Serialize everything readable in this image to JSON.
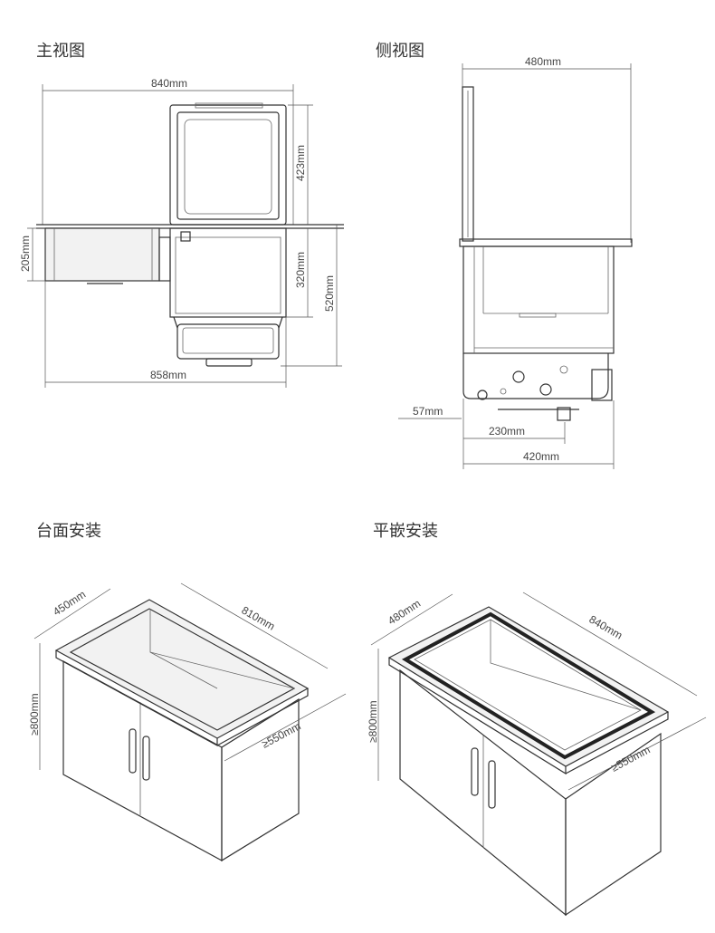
{
  "sections": {
    "front_view": "主视图",
    "side_view": "侧视图",
    "countertop_install": "台面安装",
    "flush_install": "平嵌安装"
  },
  "front_dims": {
    "width_top": "840mm",
    "height_upper": "423mm",
    "side_depth": "205mm",
    "height_lower": "320mm",
    "height_total": "520mm",
    "width_bottom": "858mm"
  },
  "side_dims": {
    "depth_top": "480mm",
    "offset": "57mm",
    "base_width": "230mm",
    "body_depth": "420mm"
  },
  "countertop_dims": {
    "depth": "450mm",
    "length": "810mm",
    "height": "≥800mm",
    "cabinet_depth": "≥550mm"
  },
  "flush_dims": {
    "depth": "480mm",
    "length": "840mm",
    "height": "≥800mm",
    "cabinet_depth": "≥550mm"
  },
  "colors": {
    "line": "#333333",
    "panel_fill": "#f2f2f2"
  }
}
